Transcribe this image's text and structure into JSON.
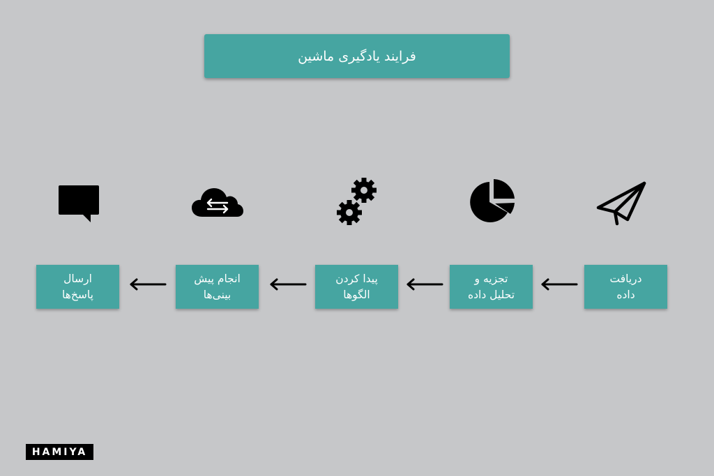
{
  "title": "فرایند یادگیری ماشین",
  "steps": [
    {
      "line1": "دریافت",
      "line2": "داده",
      "icon": "paper-plane-icon"
    },
    {
      "line1": "تجزیه و",
      "line2": "تحلیل داده",
      "icon": "pie-chart-icon"
    },
    {
      "line1": "پیدا کردن",
      "line2": "الگوها",
      "icon": "gears-icon"
    },
    {
      "line1": "انجام پیش",
      "line2": "بینی‌ها",
      "icon": "cloud-sync-icon"
    },
    {
      "line1": "ارسال",
      "line2": "پاسخ‌ها",
      "icon": "chat-bubble-icon"
    }
  ],
  "logo": "HAMIYA",
  "colors": {
    "background": "#c6c7c9",
    "accent": "#46a5a1",
    "text": "#ffffff"
  }
}
